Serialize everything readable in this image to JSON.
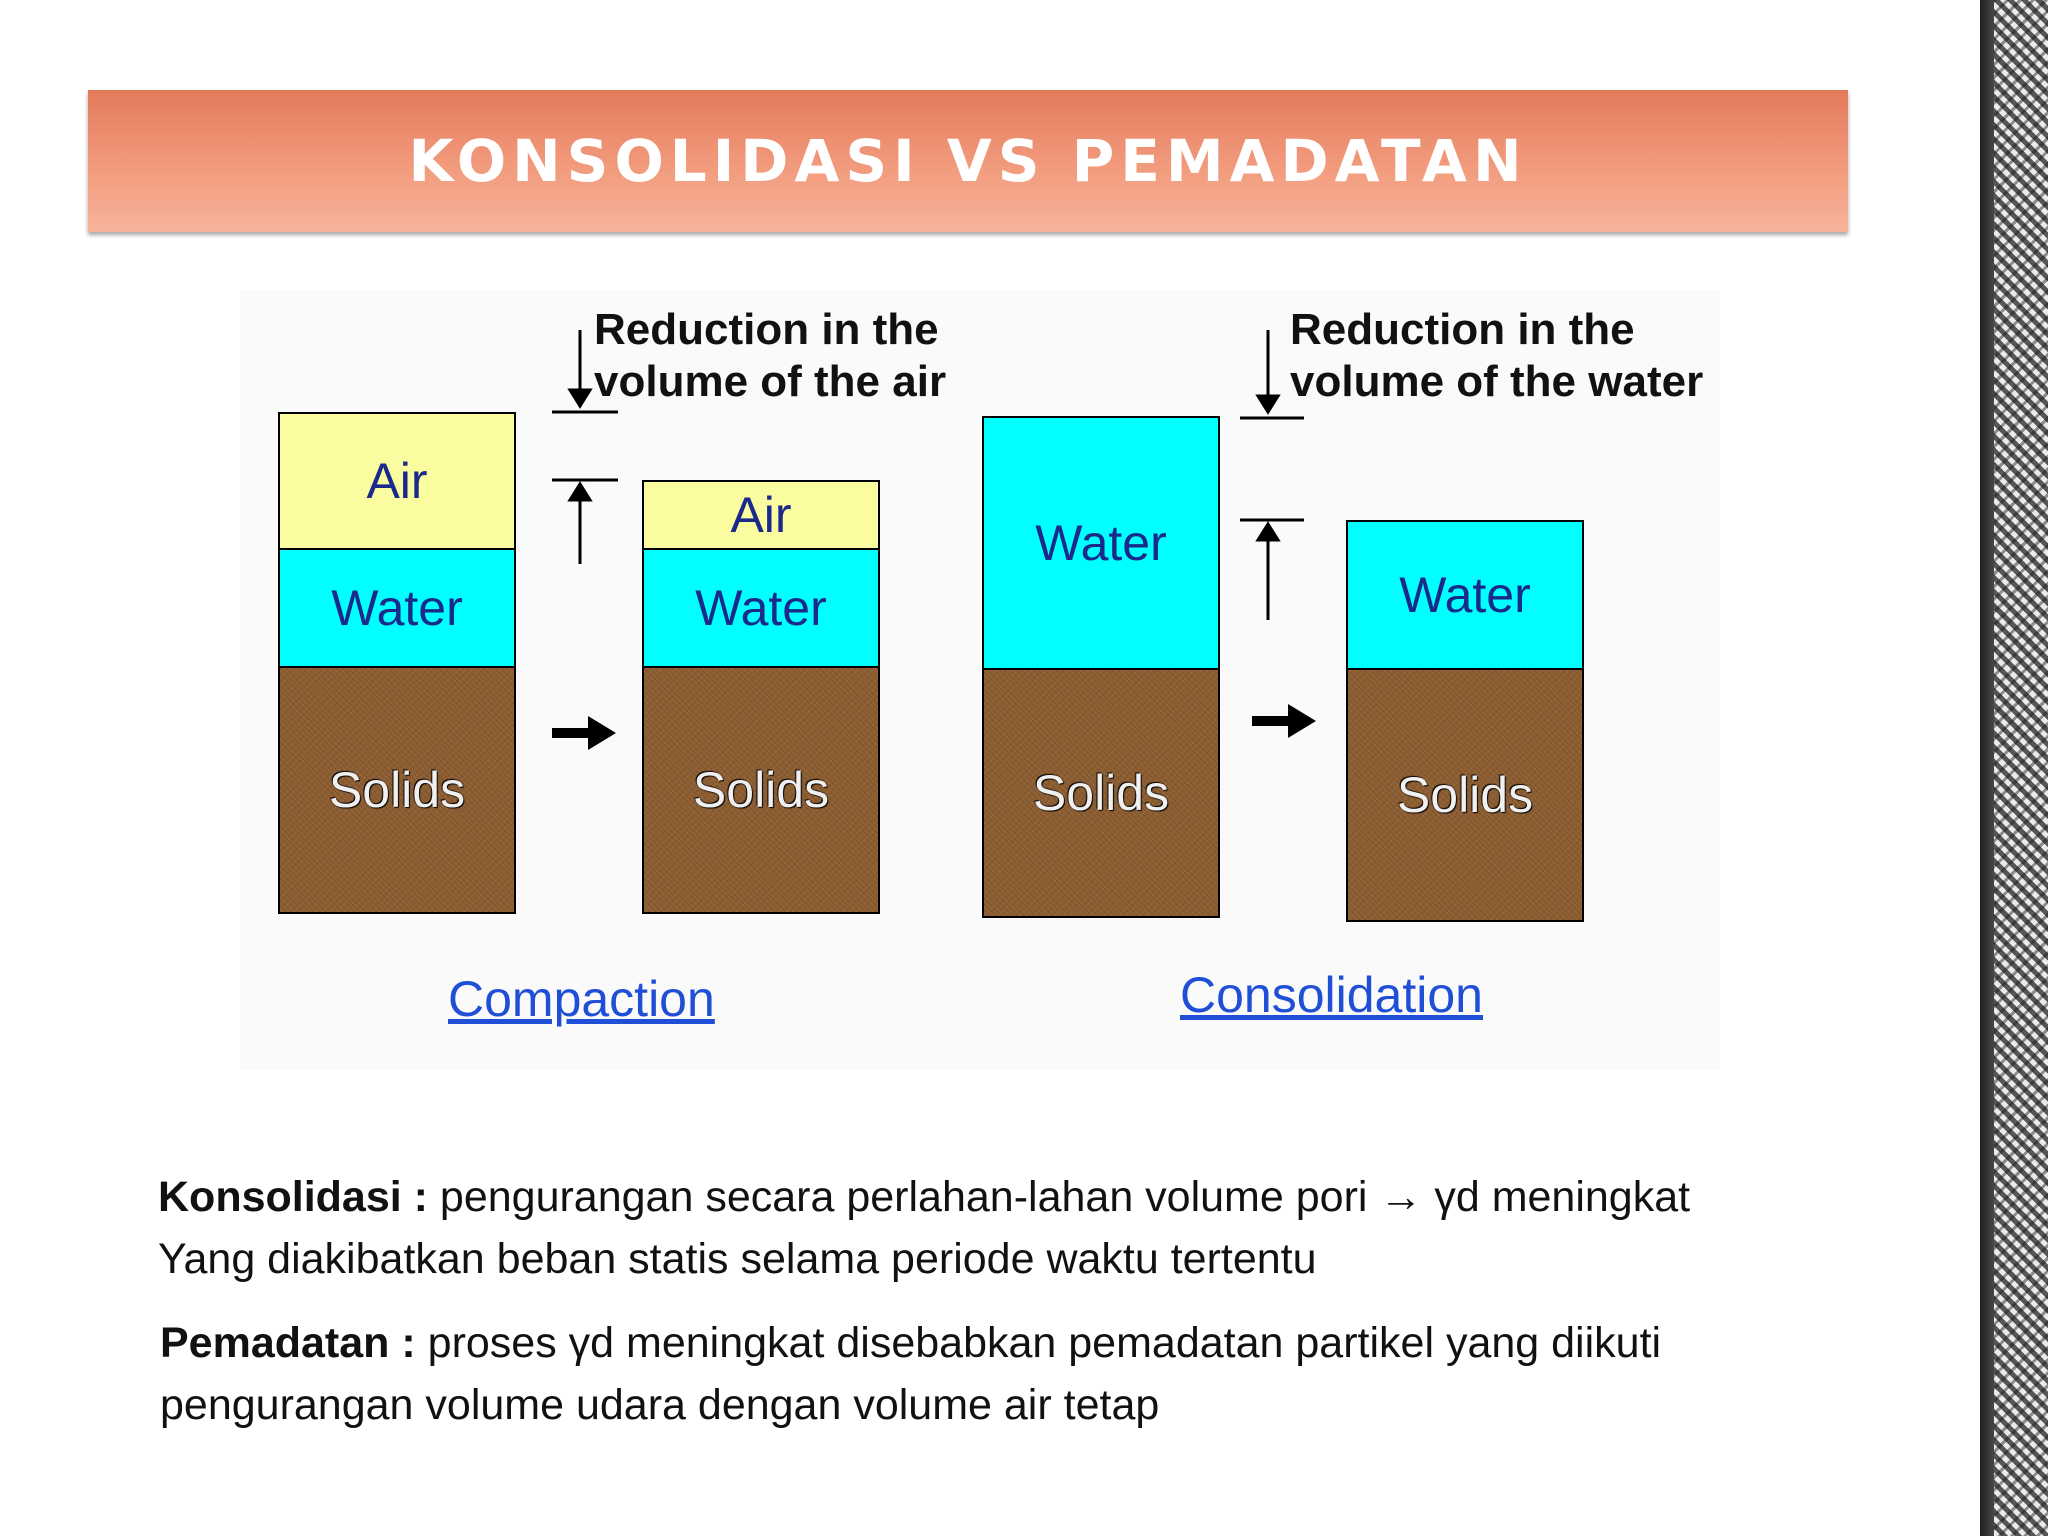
{
  "title": "KONSOLIDASI VS PEMADATAN",
  "diagram": {
    "compaction": {
      "caption": "Compaction",
      "note_line1": "Reduction in the",
      "note_line2": "volume of the air",
      "before": {
        "air": "Air",
        "water": "Water",
        "solids": "Solids"
      },
      "after": {
        "air": "Air",
        "water": "Water",
        "solids": "Solids"
      }
    },
    "consolidation": {
      "caption": "Consolidation",
      "note_line1": "Reduction in the",
      "note_line2": "volume of the water",
      "before": {
        "water": "Water",
        "solids": "Solids"
      },
      "after": {
        "water": "Water",
        "solids": "Solids"
      }
    }
  },
  "definitions": {
    "konsolidasi": {
      "term": "Konsolidasi :",
      "line1": " pengurangan secara perlahan-lahan volume pori  → γd  meningkat",
      "line2": "Yang diakibatkan beban statis selama periode waktu tertentu"
    },
    "pemadatan": {
      "term": "Pemadatan :",
      "line1": " proses γd meningkat disebabkan pemadatan partikel yang diikuti",
      "line2": "pengurangan volume udara dengan volume air tetap"
    }
  }
}
